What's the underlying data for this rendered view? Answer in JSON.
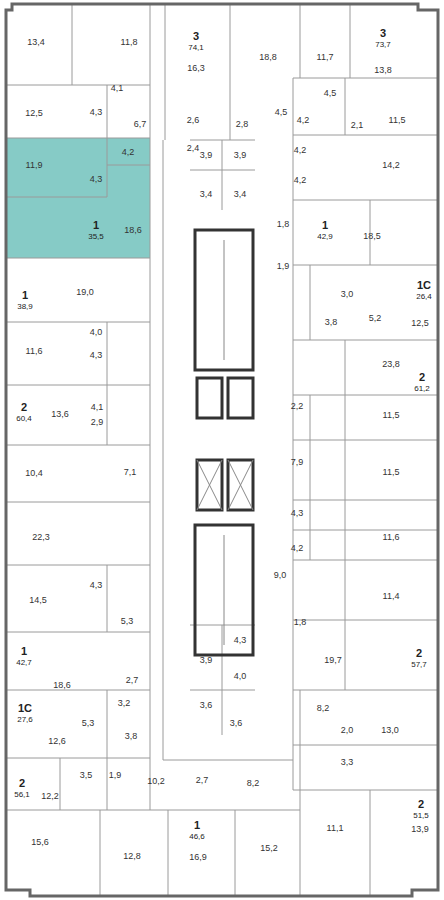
{
  "diagram": {
    "labels": [
      "13,4",
      "11,8",
      "3",
      "74,1",
      "16,3",
      "18,8",
      "11,7",
      "3",
      "73,7",
      "13,8",
      "4,1",
      "12,5",
      "4,3",
      "6,7",
      "2,6",
      "2,4",
      "2,8",
      "4,5",
      "4,2",
      "4,5",
      "2,1",
      "11,5",
      "11,9",
      "4,2",
      "4,3",
      "3,9",
      "3,9",
      "4,2",
      "14,2",
      "4,2",
      "3,4",
      "3,4",
      "1",
      "35,5",
      "18,6",
      "1,8",
      "1",
      "42,9",
      "18,5",
      "1,9",
      "1",
      "38,9",
      "19,0",
      "3,0",
      "1С",
      "26,4",
      "5,2",
      "3,8",
      "12,5",
      "4,0",
      "11,6",
      "4,3",
      "23,8",
      "2",
      "61,2",
      "2",
      "60,4",
      "13,6",
      "4,1",
      "2,2",
      "2,9",
      "11,5",
      "10,4",
      "7,1",
      "7,9",
      "11,5",
      "4,3",
      "22,3",
      "11,6",
      "4,2",
      "9,0",
      "4,3",
      "11,4",
      "14,5",
      "5,3",
      "1,8",
      "4,3",
      "1",
      "42,7",
      "3,9",
      "2",
      "57,7",
      "19,7",
      "4,0",
      "18,6",
      "2,7",
      "3,6",
      "3,2",
      "8,2",
      "1С",
      "27,6",
      "5,3",
      "3,6",
      "2,0",
      "13,0",
      "3,8",
      "12,6",
      "3,3",
      "3,5",
      "1,9",
      "10,2",
      "2,7",
      "8,2",
      "2",
      "56,1",
      "12,2",
      "2",
      "51,5",
      "1",
      "46,6",
      "13,9",
      "11,1",
      "15,6",
      "15,2",
      "12,8",
      "16,9"
    ]
  }
}
